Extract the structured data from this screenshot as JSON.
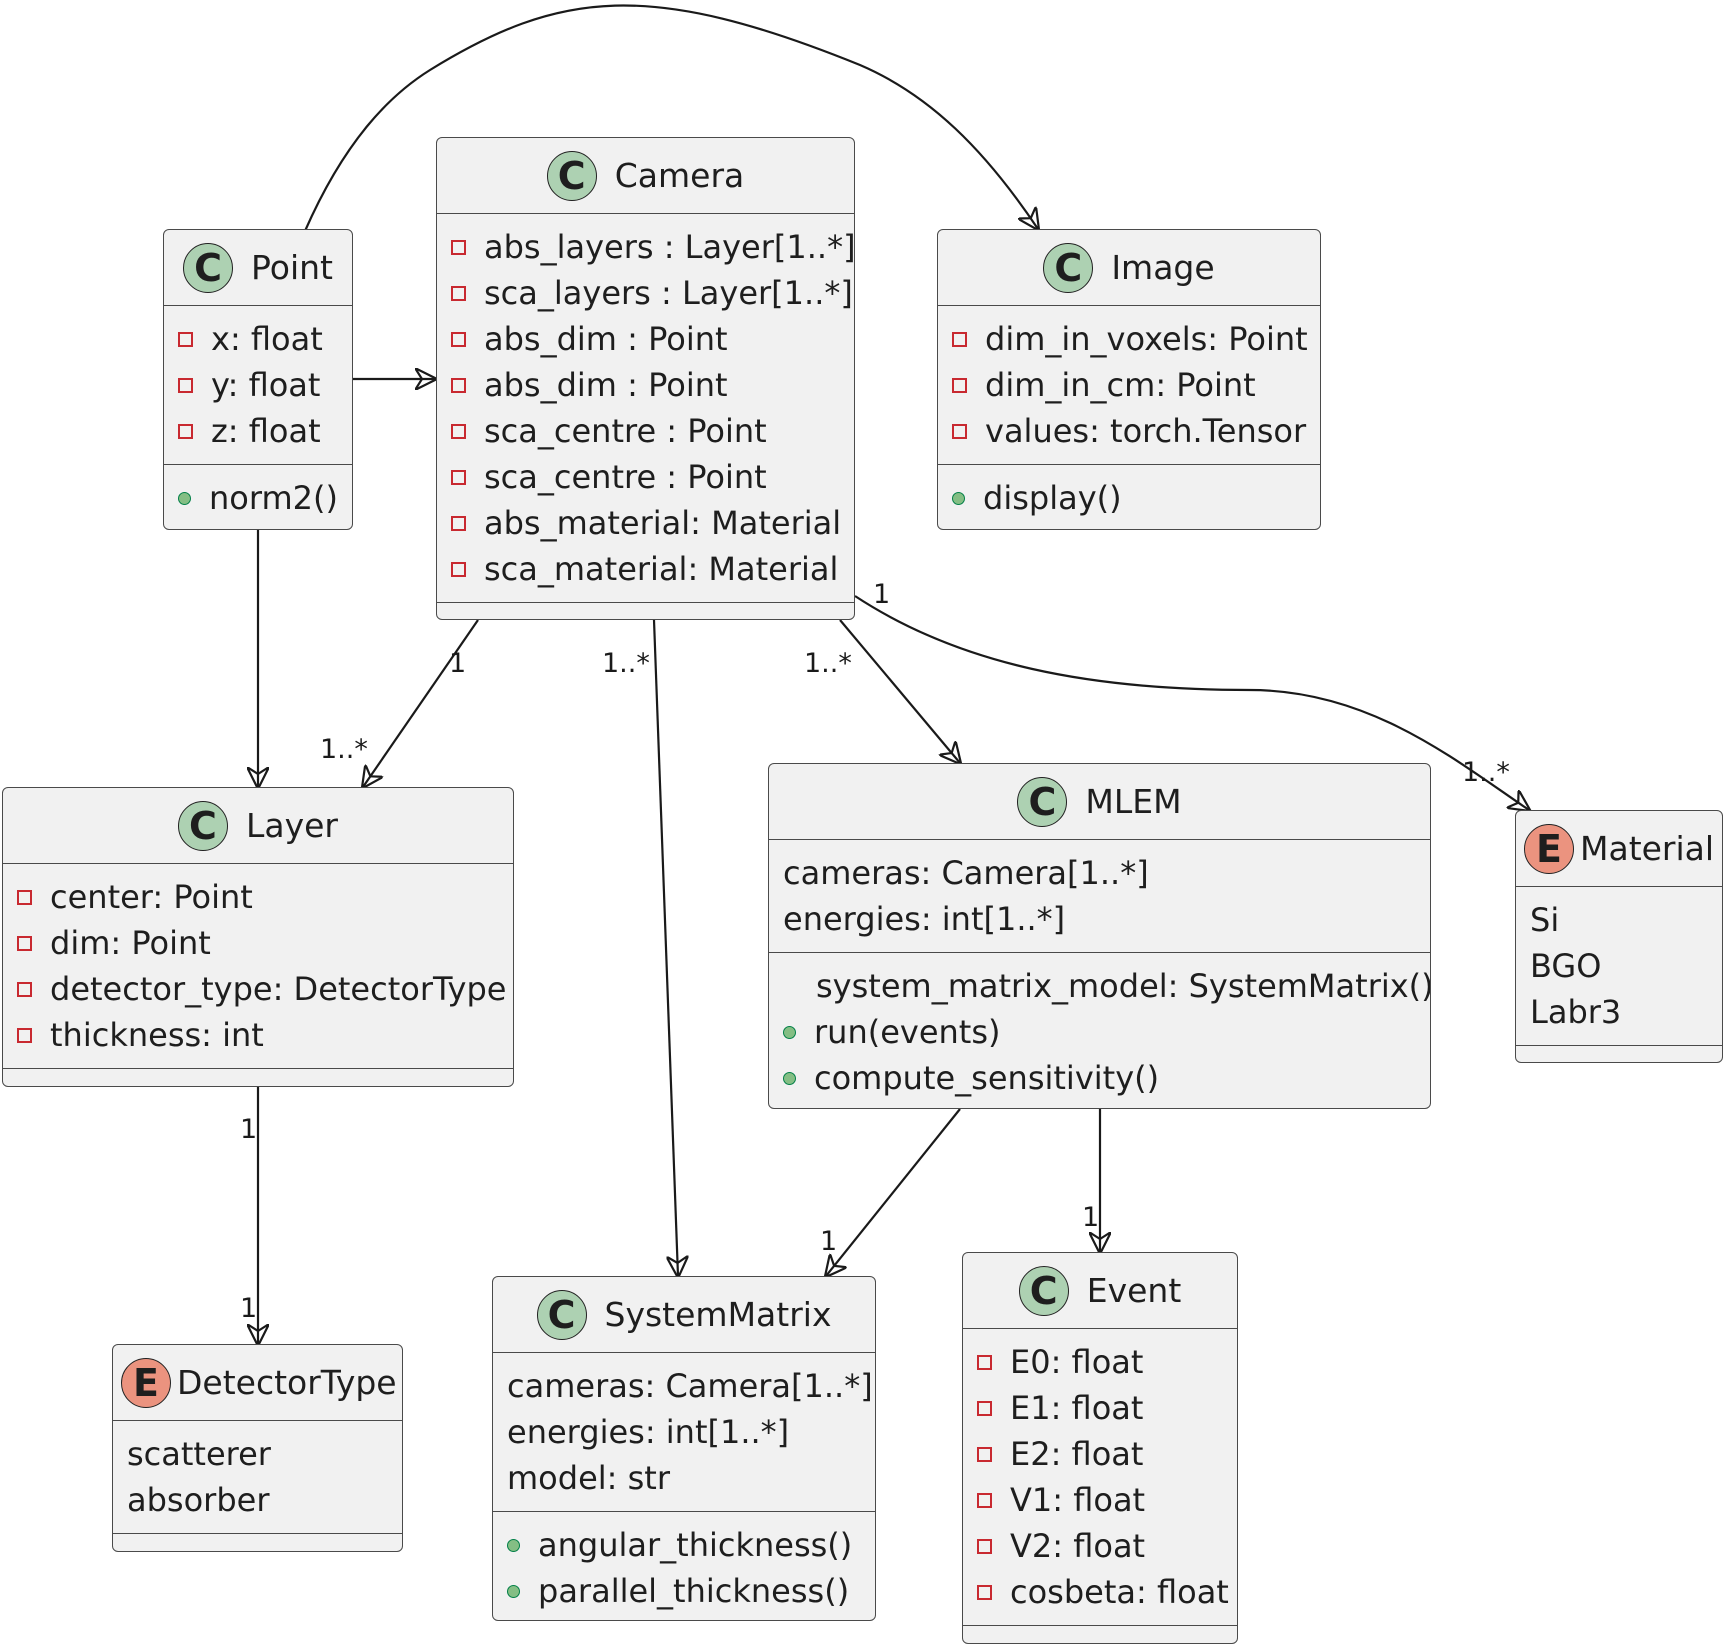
{
  "classes": {
    "point": {
      "name": "Point",
      "badge": "C",
      "attributes": [
        "x: float",
        "y: float",
        "z: float"
      ],
      "methods": [
        "norm2()"
      ]
    },
    "camera": {
      "name": "Camera",
      "badge": "C",
      "attributes": [
        "abs_layers : Layer[1..*]",
        "sca_layers : Layer[1..*]",
        "abs_dim : Point",
        "abs_dim : Point",
        "sca_centre : Point",
        "sca_centre : Point",
        "abs_material: Material",
        "sca_material: Material"
      ]
    },
    "image": {
      "name": "Image",
      "badge": "C",
      "attributes": [
        "dim_in_voxels: Point",
        "dim_in_cm: Point",
        "values: torch.Tensor"
      ],
      "methods": [
        "display()"
      ]
    },
    "layer": {
      "name": "Layer",
      "badge": "C",
      "attributes": [
        "center: Point",
        "dim: Point",
        "detector_type: DetectorType",
        "thickness: int"
      ]
    },
    "mlem": {
      "name": "MLEM",
      "badge": "C",
      "attributes": [
        "cameras: Camera[1..*]",
        "energies: int[1..*]"
      ],
      "methods": [
        "system_matrix_model: SystemMatrix()",
        "run(events)",
        "compute_sensitivity()"
      ]
    },
    "material": {
      "name": "Material",
      "badge": "E",
      "values": [
        "Si",
        "BGO",
        "Labr3"
      ]
    },
    "detector_type": {
      "name": "DetectorType",
      "badge": "E",
      "values": [
        "scatterer",
        "absorber"
      ]
    },
    "system_matrix": {
      "name": "SystemMatrix",
      "badge": "C",
      "attributes": [
        "cameras: Camera[1..*]",
        "energies: int[1..*]",
        "model: str"
      ],
      "methods": [
        "angular_thickness()",
        "parallel_thickness()"
      ]
    },
    "event": {
      "name": "Event",
      "badge": "C",
      "attributes": [
        "E0: float",
        "E1: float",
        "E2: float",
        "V1: float",
        "V2: float",
        "cosbeta: float"
      ]
    }
  },
  "multiplicities": {
    "camera_layer_src": "1",
    "camera_layer_dst": "1..*",
    "camera_systemmatrix_src": "1..*",
    "camera_mlem_src": "1..*",
    "camera_material_src": "1",
    "camera_material_dst": "1..*",
    "layer_detectortype_src": "1",
    "layer_detectortype_dst": "1",
    "mlem_systemmatrix_dst": "1",
    "mlem_event_dst": "1"
  }
}
